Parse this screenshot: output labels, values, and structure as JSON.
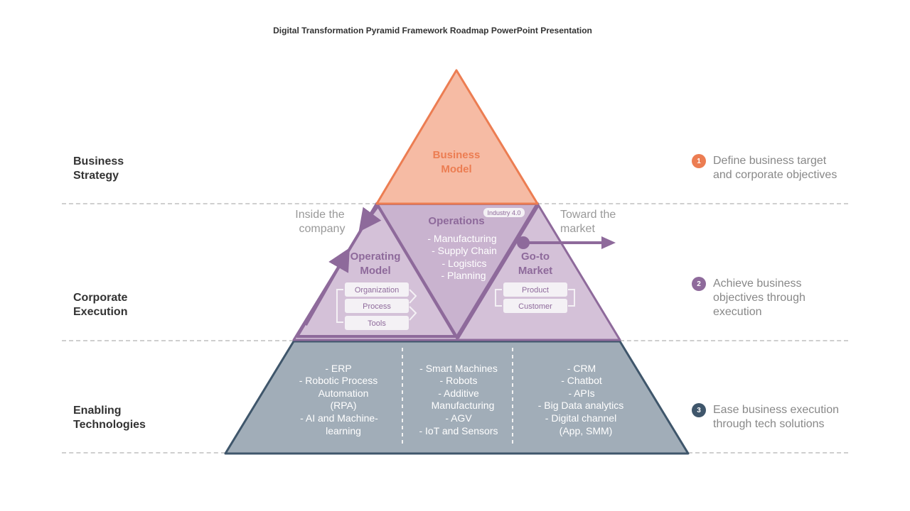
{
  "title": "Digital Transformation Pyramid Framework Roadmap PowerPoint Presentation",
  "rows": [
    {
      "label_line1": "Business",
      "label_line2": "Strategy"
    },
    {
      "label_line1": "Corporate",
      "label_line2": "Execution"
    },
    {
      "label_line1": "Enabling",
      "label_line2": "Technologies"
    }
  ],
  "steps": [
    {
      "number": "1",
      "line1": "Define business target",
      "line2": "and corporate objectives",
      "line3": "",
      "color": "#ec7d52"
    },
    {
      "number": "2",
      "line1": "Achieve business",
      "line2": "objectives through",
      "line3": "execution",
      "color": "#8e6a9b"
    },
    {
      "number": "3",
      "line1": "Ease business execution",
      "line2": "through tech solutions",
      "line3": "",
      "color": "#3f566b"
    }
  ],
  "pyramid": {
    "top": {
      "line1": "Business",
      "line2": "Model",
      "fill": "#f6bba4",
      "stroke": "#ec7d52"
    },
    "operating_model": {
      "line1": "Operating",
      "line2": "Model",
      "chips": [
        "Organization",
        "Process",
        "Tools"
      ]
    },
    "operations": {
      "title": "Operations",
      "badge": "Industry 4.0",
      "items": [
        "-  Manufacturing",
        "-  Supply Chain",
        "-  Logistics",
        "-  Planning"
      ]
    },
    "go_to_market": {
      "line1": "Go-to",
      "line2": "Market",
      "chips": [
        "Product",
        "Customer"
      ]
    },
    "inside_note": {
      "line1": "Inside the",
      "line2": "company"
    },
    "toward_note": {
      "line1": "Toward the",
      "line2": "market"
    },
    "colors": {
      "middle_fill": "#d4c1d8",
      "middle_stroke": "#8e6a9b",
      "base_fill": "#a1adb8",
      "base_stroke": "#3f566b"
    },
    "base_columns": [
      [
        "-  ERP",
        "-  Robotic Process",
        "Automation",
        "(RPA)",
        "-  AI and Machine-",
        "learning"
      ],
      [
        "-  Smart Machines",
        "-  Robots",
        "-  Additive",
        "Manufacturing",
        "-  AGV",
        "-  IoT and Sensors"
      ],
      [
        "-  CRM",
        "-  Chatbot",
        "-  APIs",
        "-  Big Data analytics",
        "-  Digital channel",
        "(App, SMM)"
      ]
    ]
  }
}
